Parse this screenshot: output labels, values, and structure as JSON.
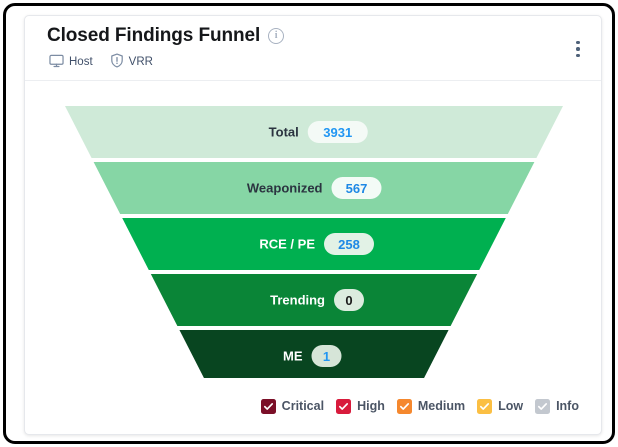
{
  "card": {
    "title": "Closed Findings Funnel",
    "info_icon": "info-icon",
    "menu_icon": "kebab-menu-icon",
    "tags": [
      {
        "icon": "monitor-icon",
        "label": "Host"
      },
      {
        "icon": "shield-alert-icon",
        "label": "VRR"
      }
    ]
  },
  "chart_data": {
    "type": "funnel",
    "title": "Closed Findings Funnel",
    "categories": [
      "Total",
      "Weaponized",
      "RCE / PE",
      "Trending",
      "ME"
    ],
    "values": [
      3931,
      567,
      258,
      0,
      1
    ],
    "value_labels": [
      "3931",
      "567",
      "258",
      "0",
      "1"
    ],
    "stages": [
      {
        "label": "Total",
        "value": 3931,
        "value_label": "3931",
        "fill": "#cfead8",
        "label_color": "#2b3440",
        "value_color": "#2196f3",
        "pill_bg": "#f4faf6"
      },
      {
        "label": "Weaponized",
        "value": 567,
        "value_label": "567",
        "fill": "#86d6a5",
        "label_color": "#2b3440",
        "value_color": "#1e88e5",
        "pill_bg": "#f3fbf6"
      },
      {
        "label": "RCE / PE",
        "value": 258,
        "value_label": "258",
        "fill": "#00b050",
        "label_color": "#ffffff",
        "value_color": "#1e88e5",
        "pill_bg": "#e2f2e6"
      },
      {
        "label": "Trending",
        "value": 0,
        "value_label": "0",
        "fill": "#0a8537",
        "label_color": "#ffffff",
        "value_color": "#1a1a1a",
        "pill_bg": "#dcecdf"
      },
      {
        "label": "ME",
        "value": 1,
        "value_label": "1",
        "fill": "#084520",
        "label_color": "#ffffff",
        "value_color": "#2196f3",
        "pill_bg": "#d6e5d8"
      }
    ]
  },
  "legend": {
    "items": [
      {
        "label": "Critical",
        "color": "#7b0f28",
        "checked": true
      },
      {
        "label": "High",
        "color": "#d81b3c",
        "checked": true
      },
      {
        "label": "Medium",
        "color": "#f5882e",
        "checked": true
      },
      {
        "label": "Low",
        "color": "#fbbf43",
        "checked": true
      },
      {
        "label": "Info",
        "color": "#c3c8cf",
        "checked": true
      }
    ]
  }
}
